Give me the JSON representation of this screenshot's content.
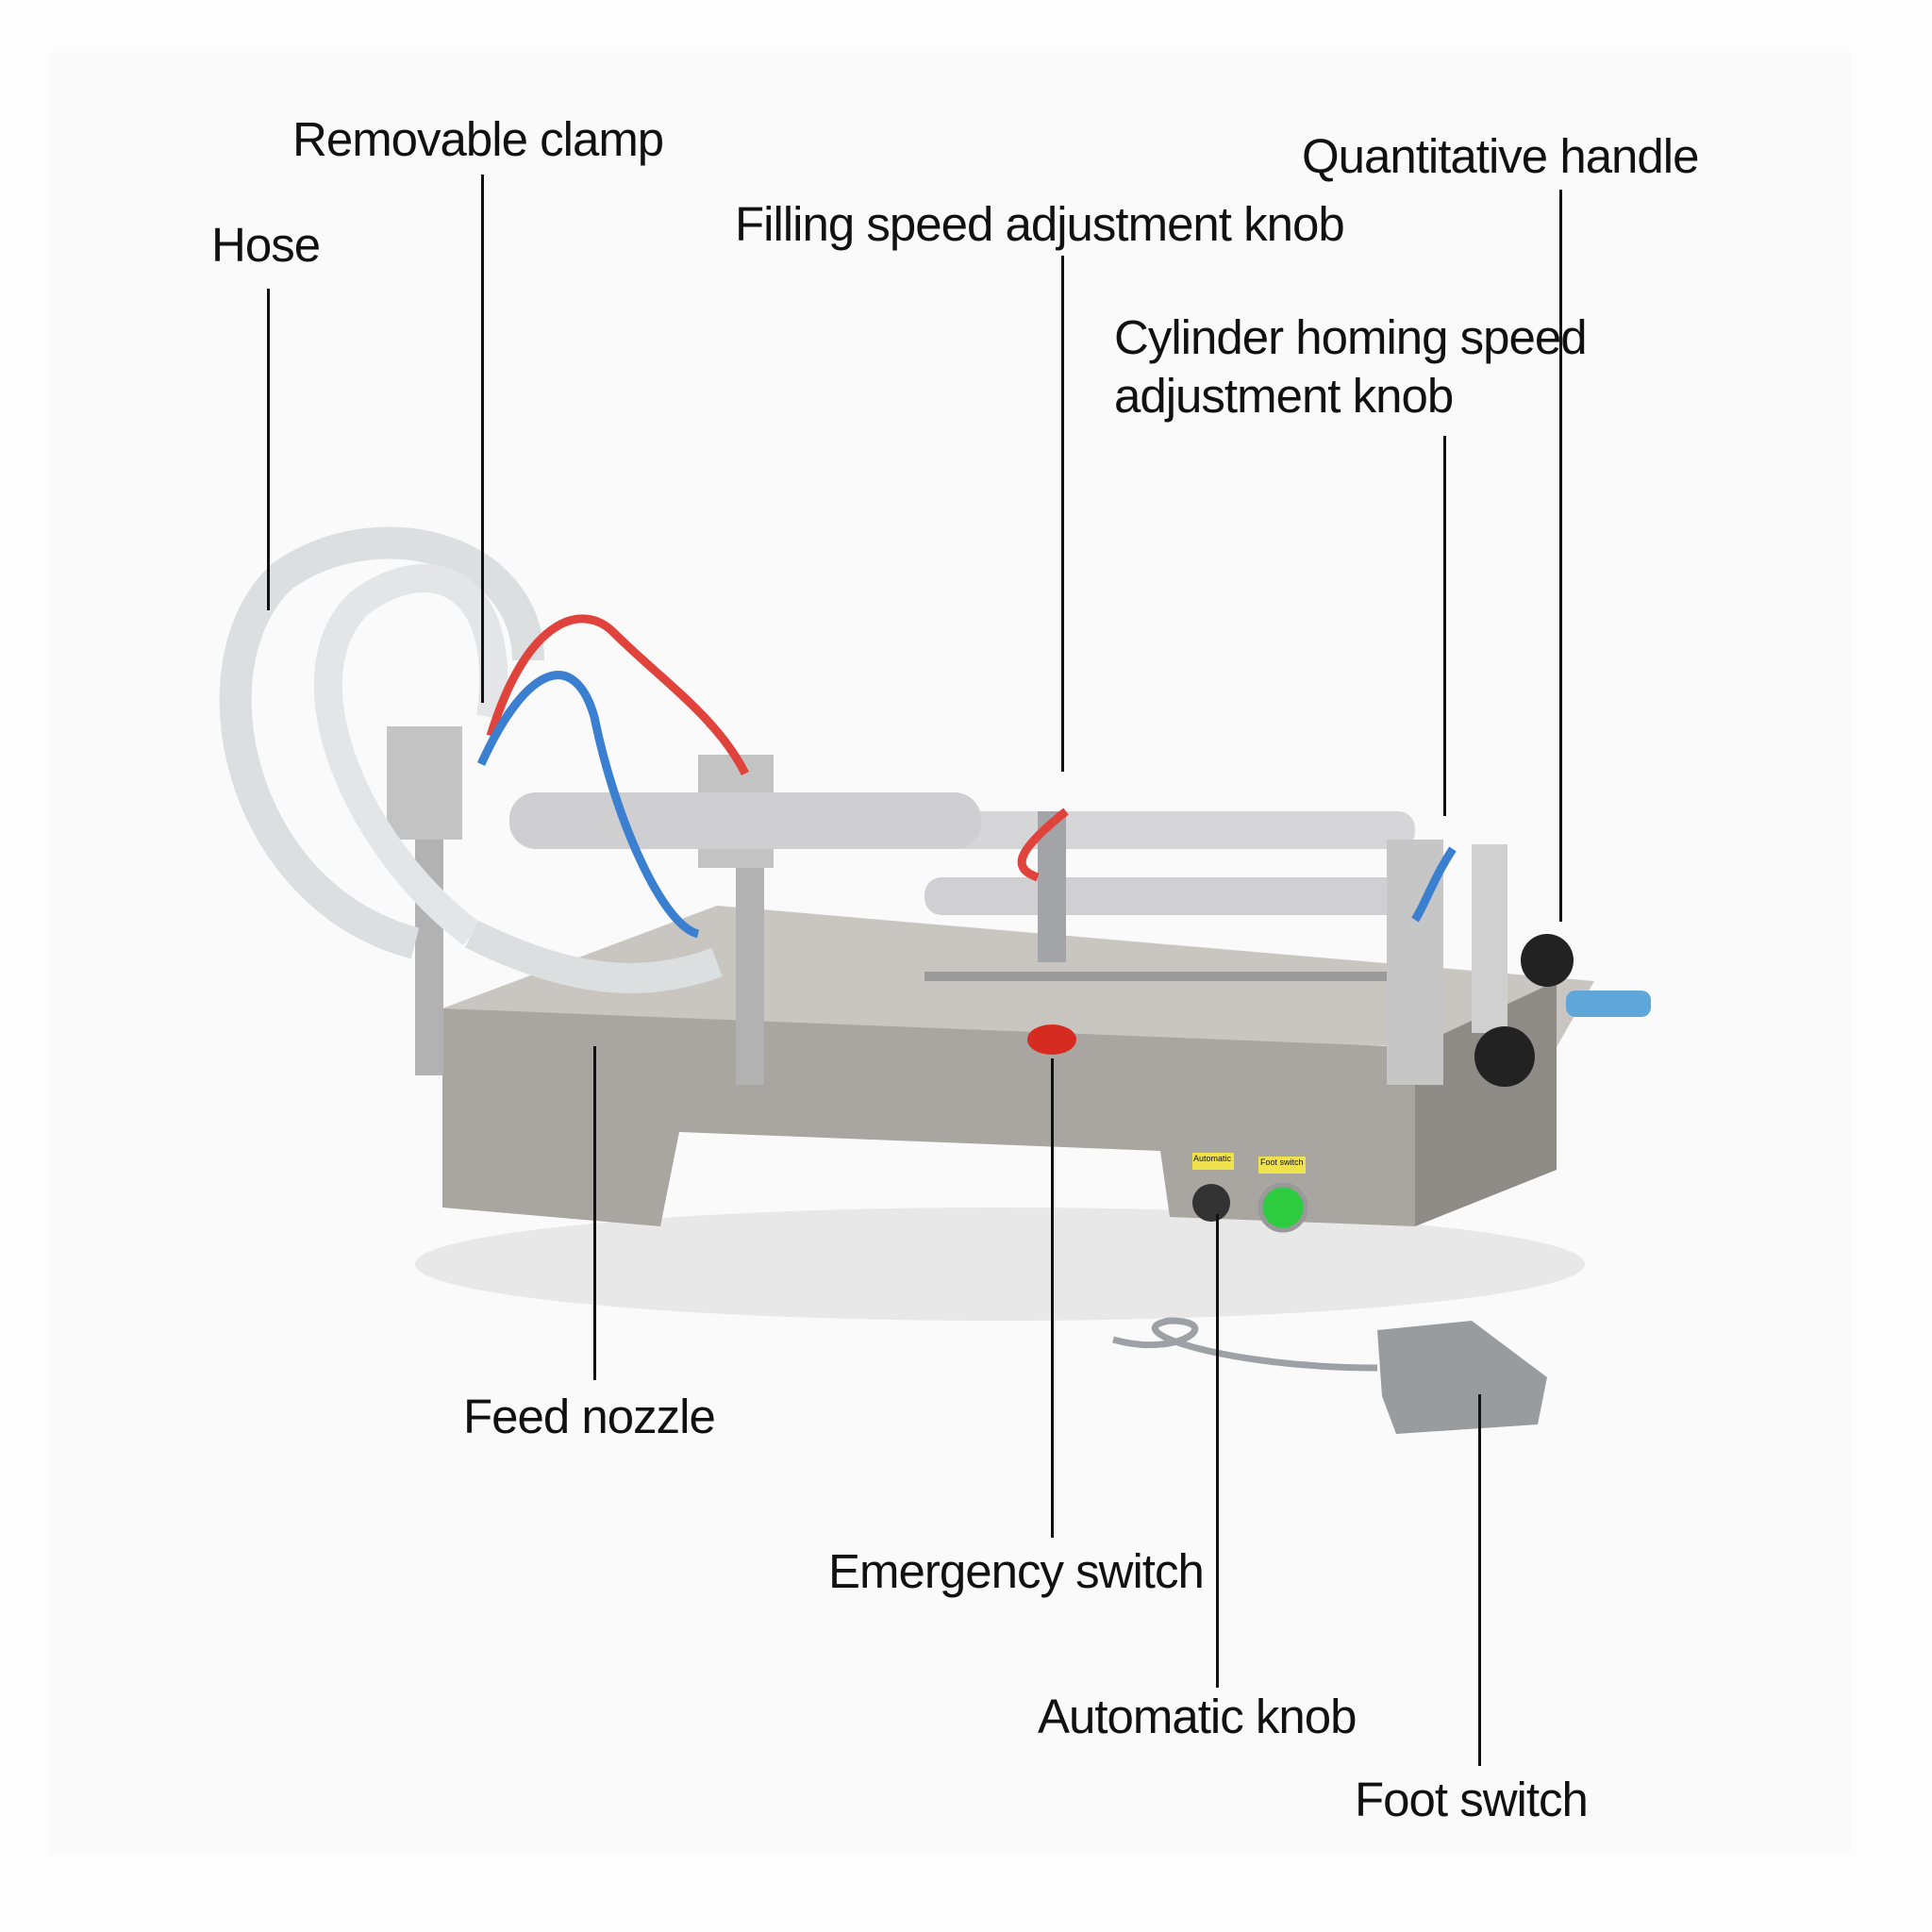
{
  "labels": {
    "hose": "Hose",
    "removable_clamp": "Removable clamp",
    "filling_speed_knob": "Filling speed adjustment knob",
    "quantitative_handle": "Quantitative handle",
    "cylinder_homing_line1": "Cylinder homing speed",
    "cylinder_homing_line2": "adjustment knob",
    "feed_nozzle": "Feed nozzle",
    "emergency_switch": "Emergency switch",
    "automatic_knob": "Automatic knob",
    "foot_switch": "Foot switch"
  },
  "panel_tags": {
    "automatic": "Automatic",
    "foot_switch": "Foot switch"
  },
  "colors": {
    "steel": "#b9b6b2",
    "red_tube": "#e0423c",
    "blue_tube": "#3a7fd0",
    "green_button": "#2ecc40",
    "emergency_red": "#d62b20"
  }
}
